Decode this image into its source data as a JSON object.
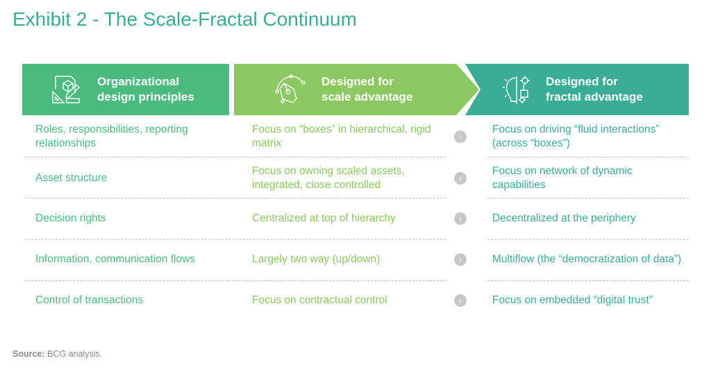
{
  "title": "Exhibit 2 - The Scale-Fractal Continuum",
  "headers": [
    {
      "line1": "Organizational",
      "line2": "design principles",
      "icon": "design-tools-icon"
    },
    {
      "line1": "Designed for",
      "line2": "scale advantage",
      "icon": "pen-nib-icon"
    },
    {
      "line1": "Designed for",
      "line2": "fractal advantage",
      "icon": "brain-gears-icon"
    }
  ],
  "rows": [
    {
      "principle": "Roles, responsibilities, reporting relationships",
      "scale": "Focus on “boxes” in hierarchical, rigid matrix",
      "fractal": "Focus on driving “fluid interactions” (across “boxes”)"
    },
    {
      "principle": "Asset structure",
      "scale": "Focus on owning scaled assets, integrated, close controlled",
      "fractal": "Focus on network of dynamic capabilities"
    },
    {
      "principle": "Decision rights",
      "scale": "Centralized at top of hierarchy",
      "fractal": "Decentralized at the periphery"
    },
    {
      "principle": "Information, communication flows",
      "scale": "Largely two way (up/down)",
      "fractal": "Multiflow (the “democratization of data”)"
    },
    {
      "principle": "Control of transactions",
      "scale": "Focus on contractual control",
      "fractal": "Focus on embedded “digital trust”"
    }
  ],
  "source": {
    "label": "Source:",
    "text": " BCG analysis."
  },
  "colors": {
    "col1": "#4bbb7d",
    "col2": "#8bc862",
    "col3": "#3bad94"
  }
}
